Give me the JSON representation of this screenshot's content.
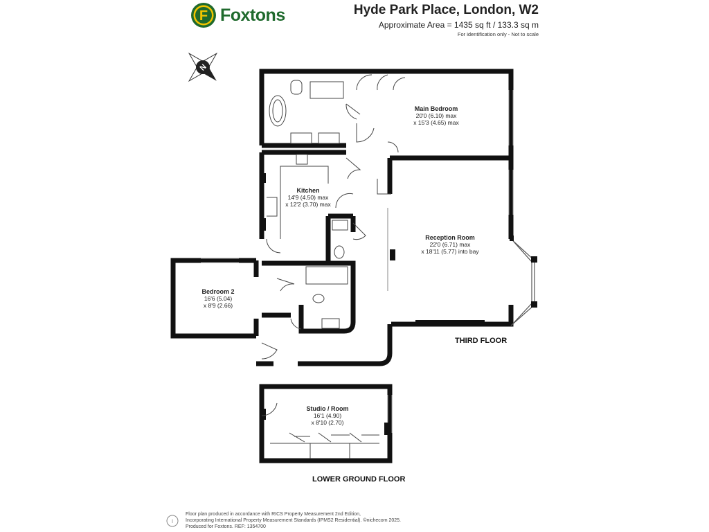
{
  "brand": {
    "name": "Foxtons",
    "logo_letter": "F",
    "logo_color": "#1f6a2d",
    "logo_accent": "#f2c500"
  },
  "header": {
    "title": "Hyde Park Place, London, W2",
    "area": "Approximate Area = 1435 sq ft / 133.3 sq m",
    "disclaimer": "For identification only - Not to scale"
  },
  "compass": {
    "label": "N"
  },
  "rooms": {
    "main_bedroom": {
      "name": "Main Bedroom",
      "dim1": "20'0 (6.10) max",
      "dim2": "x 15'3 (4.65) max"
    },
    "kitchen": {
      "name": "Kitchen",
      "dim1": "14'9 (4.50) max",
      "dim2": "x 12'2 (3.70) max"
    },
    "reception": {
      "name": "Reception Room",
      "dim1": "22'0 (6.71) max",
      "dim2": "x 18'11 (5.77) into bay"
    },
    "bedroom2": {
      "name": "Bedroom 2",
      "dim1": "16'6 (5.04)",
      "dim2": "x 8'9 (2.66)"
    },
    "studio": {
      "name": "Studio / Room",
      "dim1": "16'1 (4.90)",
      "dim2": "x 8'10 (2.70)"
    }
  },
  "floors": {
    "third": "THIRD FLOOR",
    "lower": "LOWER GROUND FLOOR"
  },
  "footer": {
    "line1": "Floor plan produced in accordance with RICS Property Measurement 2nd Edition,",
    "line2": "Incorporating International Property Measurement Standards (IPMS2 Residential). ©nichecom 2025.",
    "line3": "Produced for Foxtons.  REF: 1354700"
  }
}
